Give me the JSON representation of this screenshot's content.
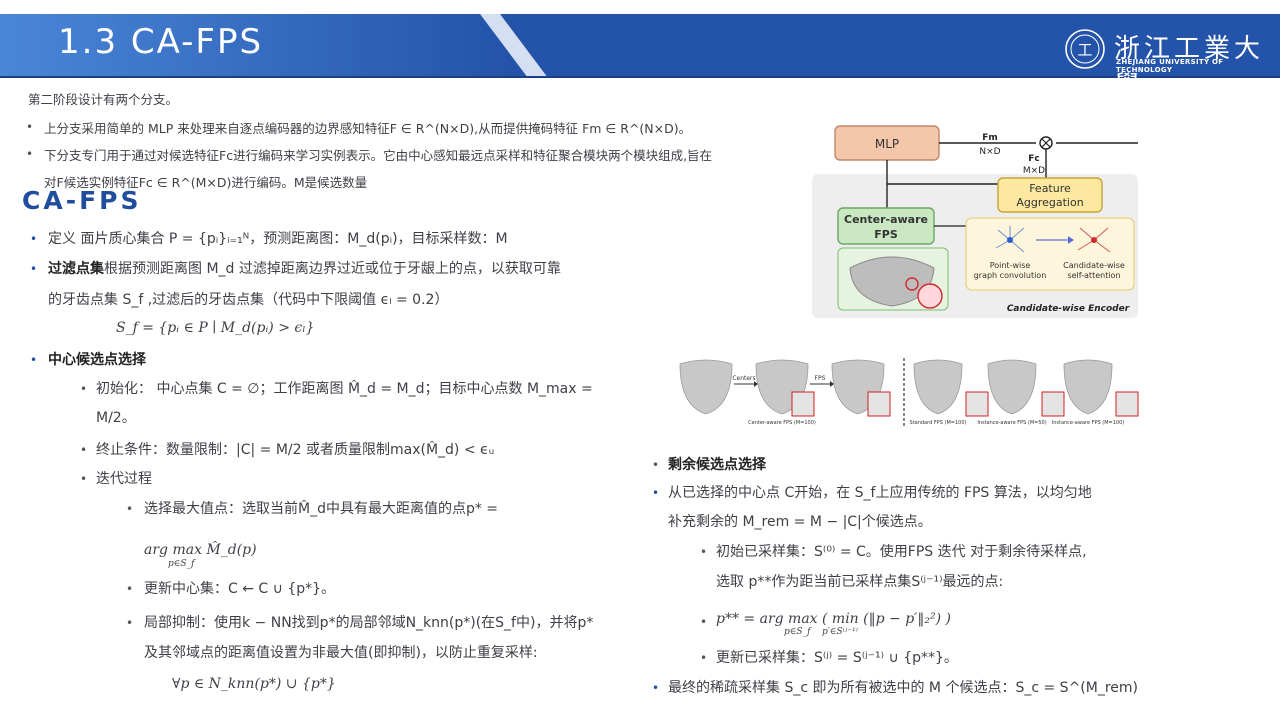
{
  "header": {
    "title": "1.3 CA-FPS",
    "university_cn": "浙江工業大學",
    "university_en": "ZHEJIANG UNIVERSITY OF TECHNOLOGY"
  },
  "intro": {
    "line": "第二阶段设计有两个分支。",
    "bullet1": "上分支采用简单的 MLP 来处理来自逐点编码器的边界感知特征F ∈ R^(N×D),从而提供掩码特征 Fm ∈ R^(N×D)。",
    "bullet2_l1": "下分支专门用于通过对候选特征Fc进行编码来学习实例表示。它由中心感知最远点采样和特征聚合模块两个模块组成,旨在",
    "bullet2_l2": "对F候选实例特征Fc ∈ R^(M×D)进行编码。M是候选数量"
  },
  "section_title": "CA-FPS",
  "left": {
    "def": "定义 面片质心集合 P = {pᵢ}ᵢ₌₁ᴺ，预测距离图：M_d(pᵢ)，目标采样数：M",
    "filter_bold": "过滤点集",
    "filter_l1": "根据预测距离图 M_d 过滤掉距离边界过近或位于牙龈上的点，以获取可靠",
    "filter_l2": "的牙齿点集 S_f ,过滤后的牙齿点集（代码中下限阈值 ϵₗ = 0.2）",
    "filter_formula": "S_f = {pᵢ ∈ P ∣ M_d(pᵢ) > ϵₗ}",
    "center_bold": "中心候选点选择",
    "init_l1": "初始化： 中心点集 C = ∅；工作距离图 M̂_d = M_d；目标中心点数 M_max =",
    "init_l2": "M/2。",
    "stop": "终止条件：数量限制：|C| = M/2 或者质量限制max(M̂_d) < ϵᵤ",
    "iter": "迭代过程",
    "sel_l1": "选择最大值点：选取当前M̂_d中具有最大距离值的点p* =",
    "sel_l2": "arg max M̂_d(p)",
    "sel_sub": "p∈S_f",
    "update": "更新中心集：C ← C ∪ {p*}。",
    "nms_l1": "局部抑制：使用k − NN找到p*的局部邻域N_knn(p*)(在S_f中)，并将p*",
    "nms_l2": "及其邻域点的距离值设置为非最大值(即抑制)，以防止重复采样:",
    "nms_formula": "∀p ∈ N_knn(p*) ∪ {p*}"
  },
  "right": {
    "remain_bold": "剩余候选点选择",
    "remain_l1": "从已选择的中心点 C开始，在 S_f上应用传统的 FPS 算法，以均匀地",
    "remain_l2": "补充剩余的 M_rem = M − |C|个候选点。",
    "init_l1": "初始已采样集：S⁽⁰⁾ = C。使用FPS 迭代 对于剩余待采样点,",
    "init_l2": "选取 p**作为距当前已采样点集S⁽ʲ⁻¹⁾最远的点:",
    "pstar": "p** = arg max ( min (‖p − p′‖₂²) )",
    "pstar_sub1": "p∈S_f",
    "pstar_sub2": "p′∈S⁽ʲ⁻¹⁾",
    "update": "更新已采样集：S⁽ʲ⁾ = S⁽ʲ⁻¹⁾ ∪ {p**}。",
    "final": "最终的稀疏采样集 S_c 即为所有被选中的 M 个候选点：S_c = S^(M_rem)"
  },
  "diagram": {
    "mlp": "MLP",
    "fm": "Fm",
    "nxd1": "N×D",
    "fc": "Fc",
    "mxd": "M×D",
    "feature_agg": "Feature Aggregation",
    "center_aware": "Center-aware",
    "fps": "FPS",
    "point_wise": "Point-wise graph convolution",
    "candidate_wise": "Candidate-wise self-attention",
    "encoder": "Candidate-wise Encoder"
  },
  "strip": {
    "centers": "Centers",
    "fps": "FPS",
    "cap1": "Center-aware FPS (M=100)",
    "cap2": "Standard FPS (M=100)",
    "cap3": "Instance-aware FPS (M=50)",
    "cap4": "Instance-aware FPS (M=100)"
  },
  "colors": {
    "header": "#2d5fb8",
    "accent": "#1f4e9e",
    "mlp": "#f4c7ab",
    "agg": "#fde8a0",
    "fps_box": "#c9e7c0"
  }
}
